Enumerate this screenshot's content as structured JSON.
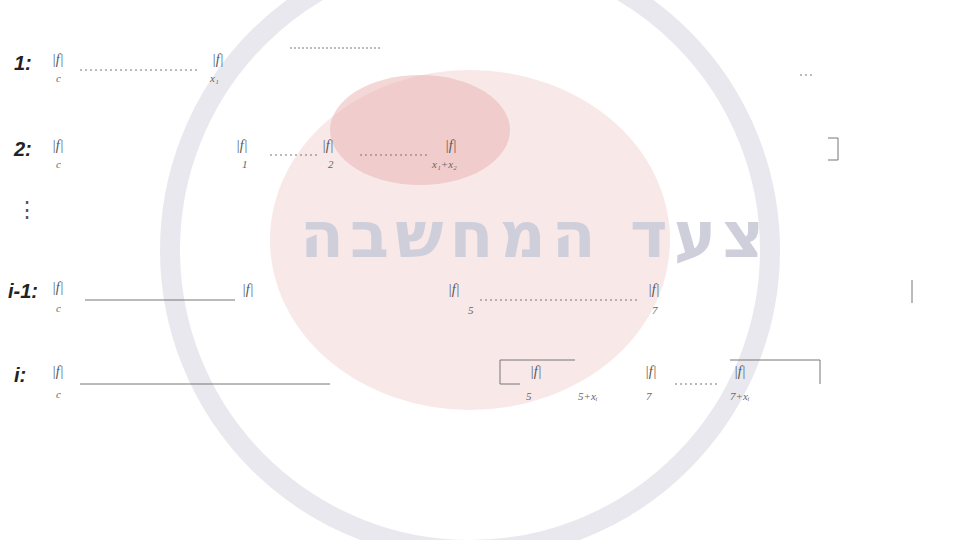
{
  "diagram": {
    "labels": [
      "1:",
      "|f|",
      "c",
      "|f|",
      "x₁",
      "2:",
      "|f|",
      "c",
      "|f|",
      "1",
      "|f|",
      "2",
      "|f|",
      "x₁+x₂",
      "⋮",
      "i-1:",
      "|f|",
      "c",
      "|f|",
      "|f|",
      "5",
      "|f|",
      "7",
      "i:",
      "|f|",
      "c",
      "|f|",
      "5",
      "5+xᵢ",
      "|f|",
      "7",
      "|f|",
      "7+xᵢ",
      "צעד המחשבה"
    ]
  }
}
